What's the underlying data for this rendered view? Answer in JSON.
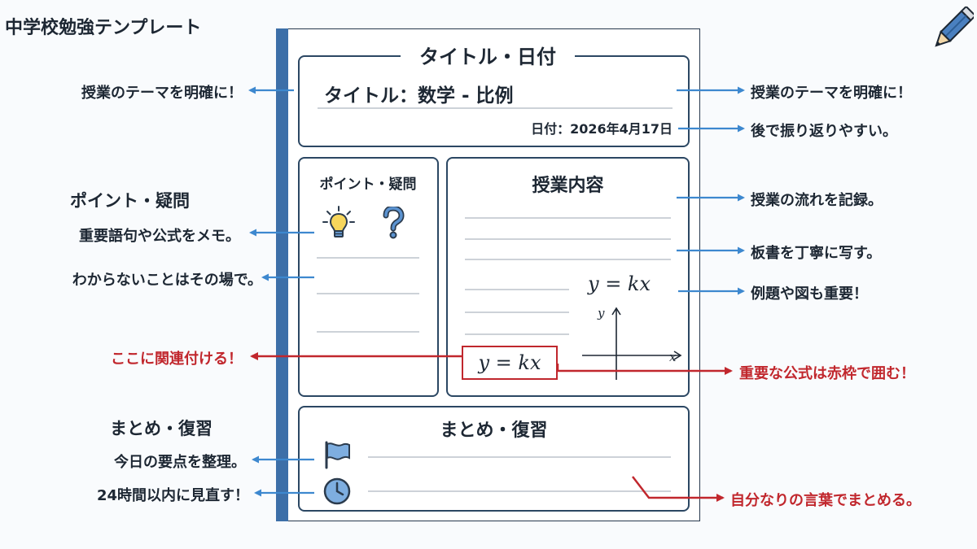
{
  "page_title": "中学校勉強テンプレート",
  "sheet": {
    "header": {
      "section_title": "タイトル・日付",
      "title": "タイトル：数学 - 比例",
      "date": "日付：2026年4月17日"
    },
    "points": {
      "section_title": "ポイント・疑問"
    },
    "content": {
      "section_title": "授業内容",
      "formula": "y = kx",
      "boxed_formula": "y = kx",
      "axis_x": "x",
      "axis_y": "y"
    },
    "summary": {
      "section_title": "まとめ・復習"
    }
  },
  "left_notes": {
    "theme": "授業のテーマを明確に！",
    "points_heading": "ポイント・疑問",
    "memo": "重要語句や公式をメモ。",
    "unknown": "わからないことはその場で。",
    "relate": "ここに関連付ける！",
    "summary_heading": "まとめ・復習",
    "organize": "今日の要点を整理。",
    "review": "24時間以内に見直す！"
  },
  "right_notes": {
    "theme": "授業のテーマを明確に！",
    "reflect": "後で振り返りやすい。",
    "flow": "授業の流れを記録。",
    "board": "板書を丁寧に写す。",
    "examples": "例題や図も重要！",
    "formula_box": "重要な公式は赤枠で囲む！",
    "own_words": "自分なりの言葉でまとめる。"
  },
  "colors": {
    "arrow_blue": "#3d88cf",
    "arrow_red": "#c1272d",
    "frame": "#2b4763",
    "binding": "#3d6fa8"
  }
}
